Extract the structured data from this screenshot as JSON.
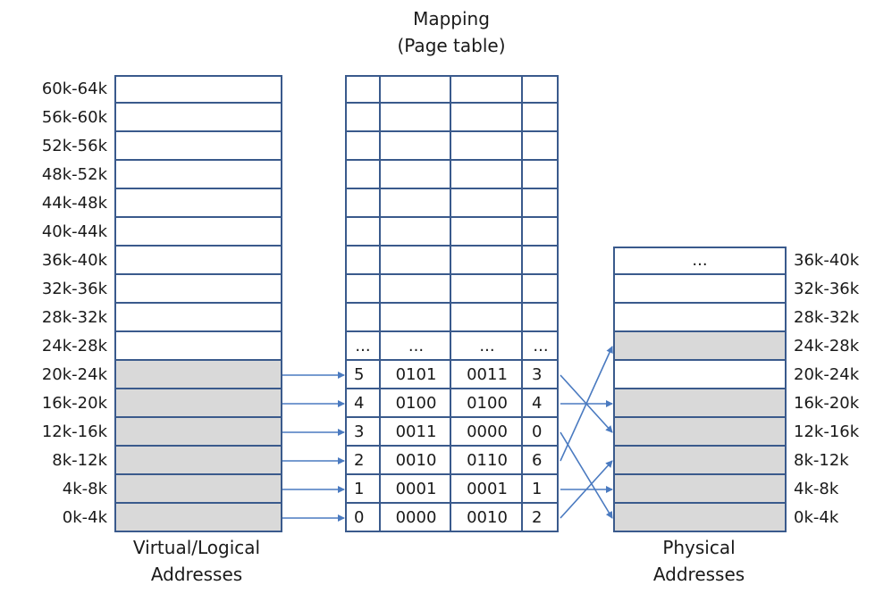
{
  "title": {
    "line1": "Mapping",
    "line2": "(Page table)"
  },
  "virtual": {
    "caption_line1": "Virtual/Logical",
    "caption_line2": "Addresses",
    "rows": [
      {
        "range": "60k-64k",
        "mapped": false
      },
      {
        "range": "56k-60k",
        "mapped": false
      },
      {
        "range": "52k-56k",
        "mapped": false
      },
      {
        "range": "48k-52k",
        "mapped": false
      },
      {
        "range": "44k-48k",
        "mapped": false
      },
      {
        "range": "40k-44k",
        "mapped": false
      },
      {
        "range": "36k-40k",
        "mapped": false
      },
      {
        "range": "32k-36k",
        "mapped": false
      },
      {
        "range": "28k-32k",
        "mapped": false
      },
      {
        "range": "24k-28k",
        "mapped": false
      },
      {
        "range": "20k-24k",
        "mapped": true
      },
      {
        "range": "16k-20k",
        "mapped": true
      },
      {
        "range": "12k-16k",
        "mapped": true
      },
      {
        "range": "8k-12k",
        "mapped": true
      },
      {
        "range": "4k-8k",
        "mapped": true
      },
      {
        "range": "0k-4k",
        "mapped": true
      }
    ]
  },
  "page_table": {
    "rows": [
      [
        "",
        "",
        "",
        ""
      ],
      [
        "",
        "",
        "",
        ""
      ],
      [
        "",
        "",
        "",
        ""
      ],
      [
        "",
        "",
        "",
        ""
      ],
      [
        "",
        "",
        "",
        ""
      ],
      [
        "",
        "",
        "",
        ""
      ],
      [
        "",
        "",
        "",
        ""
      ],
      [
        "",
        "",
        "",
        ""
      ],
      [
        "",
        "",
        "",
        ""
      ],
      [
        "...",
        "...",
        "...",
        "..."
      ],
      [
        "5",
        "0101",
        "0011",
        "3"
      ],
      [
        "4",
        "0100",
        "0100",
        "4"
      ],
      [
        "3",
        "0011",
        "0000",
        "0"
      ],
      [
        "2",
        "0010",
        "0110",
        "6"
      ],
      [
        "1",
        "0001",
        "0001",
        "1"
      ],
      [
        "0",
        "0000",
        "0010",
        "2"
      ]
    ]
  },
  "physical": {
    "caption_line1": "Physical",
    "caption_line2": "Addresses",
    "rows": [
      {
        "range": "36k-40k",
        "used": false,
        "text": "..."
      },
      {
        "range": "32k-36k",
        "used": false,
        "text": ""
      },
      {
        "range": "28k-32k",
        "used": false,
        "text": ""
      },
      {
        "range": "24k-28k",
        "used": true,
        "text": ""
      },
      {
        "range": "20k-24k",
        "used": false,
        "text": ""
      },
      {
        "range": "16k-20k",
        "used": true,
        "text": ""
      },
      {
        "range": "12k-16k",
        "used": true,
        "text": ""
      },
      {
        "range": "8k-12k",
        "used": true,
        "text": ""
      },
      {
        "range": "4k-8k",
        "used": true,
        "text": ""
      },
      {
        "range": "0k-4k",
        "used": true,
        "text": ""
      }
    ]
  },
  "mappings": [
    {
      "virtual_page": 5,
      "physical_frame": 3
    },
    {
      "virtual_page": 4,
      "physical_frame": 4
    },
    {
      "virtual_page": 3,
      "physical_frame": 0
    },
    {
      "virtual_page": 2,
      "physical_frame": 6
    },
    {
      "virtual_page": 1,
      "physical_frame": 1
    },
    {
      "virtual_page": 0,
      "physical_frame": 2
    }
  ],
  "colors": {
    "border": "#3a5a8c",
    "shaded": "#d9d9d9",
    "arrow": "#4a7ac0",
    "text": "#1a1a1a"
  }
}
